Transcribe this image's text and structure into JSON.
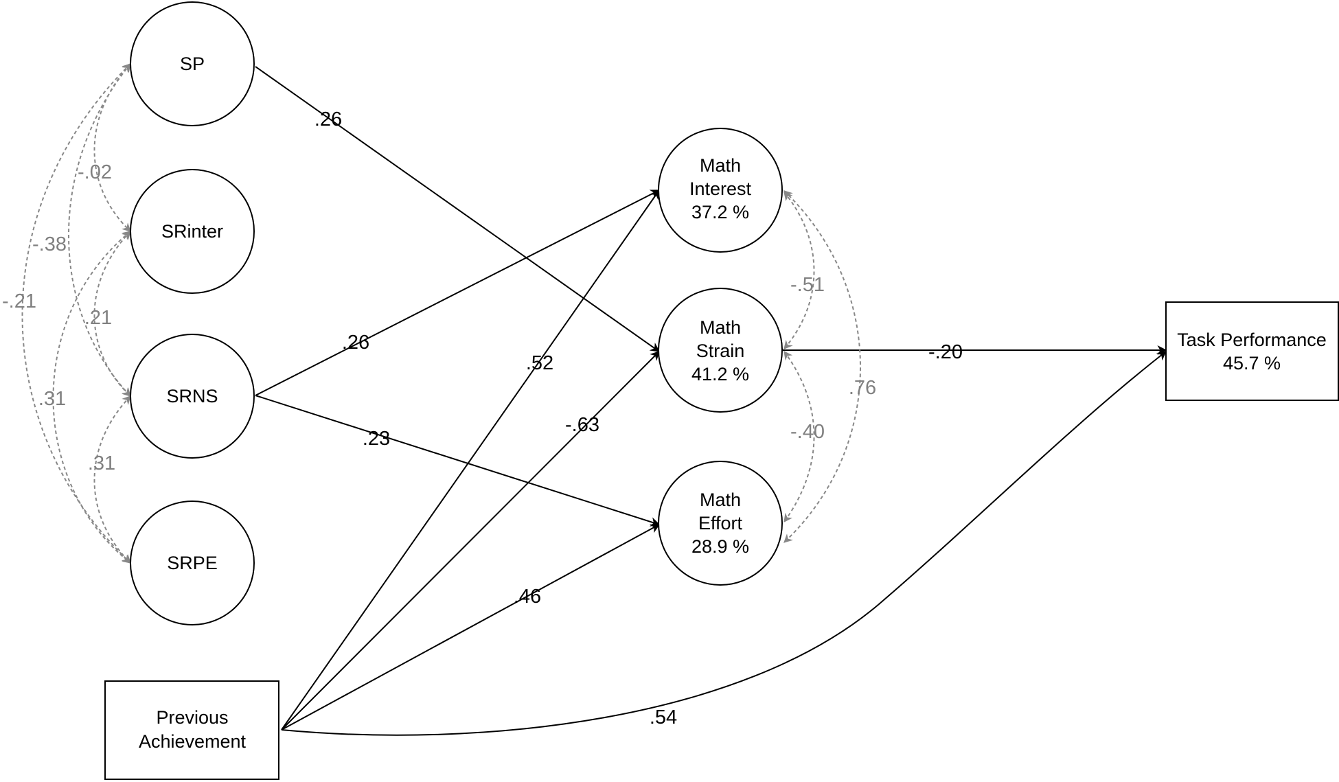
{
  "colors": {
    "solid": "#000000",
    "dashed": "#888888",
    "dashed_label": "#808080",
    "background": "#ffffff"
  },
  "nodes": [
    {
      "id": "sp",
      "shape": "circle",
      "lines": [
        "SP"
      ]
    },
    {
      "id": "srinter",
      "shape": "circle",
      "lines": [
        "SRinter"
      ]
    },
    {
      "id": "srns",
      "shape": "circle",
      "lines": [
        "SRNS"
      ]
    },
    {
      "id": "srpe",
      "shape": "circle",
      "lines": [
        "SRPE"
      ]
    },
    {
      "id": "prev",
      "shape": "rect",
      "lines": [
        "Previous",
        "Achievement"
      ]
    },
    {
      "id": "interest",
      "shape": "circle",
      "lines": [
        "Math",
        "Interest",
        "37.2 %"
      ]
    },
    {
      "id": "strain",
      "shape": "circle",
      "lines": [
        "Math",
        "Strain",
        "41.2 %"
      ]
    },
    {
      "id": "effort",
      "shape": "circle",
      "lines": [
        "Math",
        "Effort",
        "28.9 %"
      ]
    },
    {
      "id": "task",
      "shape": "rect",
      "lines": [
        "Task Performance",
        "45.7 %"
      ]
    }
  ],
  "edges": [
    {
      "id": "sp-strain",
      "from": "sp",
      "to": "strain",
      "style": "solid",
      "label": ".26"
    },
    {
      "id": "srns-interest",
      "from": "srns",
      "to": "interest",
      "style": "solid",
      "label": ".26"
    },
    {
      "id": "srns-effort",
      "from": "srns",
      "to": "effort",
      "style": "solid",
      "label": ".23"
    },
    {
      "id": "prev-interest",
      "from": "prev",
      "to": "interest",
      "style": "solid",
      "label": ".52"
    },
    {
      "id": "prev-strain",
      "from": "prev",
      "to": "strain",
      "style": "solid",
      "label": "-.63"
    },
    {
      "id": "prev-effort",
      "from": "prev",
      "to": "effort",
      "style": "solid",
      "label": ".46"
    },
    {
      "id": "prev-task",
      "from": "prev",
      "to": "task",
      "style": "solid",
      "label": ".54"
    },
    {
      "id": "strain-task",
      "from": "strain",
      "to": "task",
      "style": "solid",
      "label": "-.20"
    },
    {
      "id": "sp-srinter",
      "from": "sp",
      "to": "srinter",
      "style": "dashed",
      "label": "-.02"
    },
    {
      "id": "sp-srns",
      "from": "sp",
      "to": "srns",
      "style": "dashed",
      "label": "-.38"
    },
    {
      "id": "sp-srpe",
      "from": "sp",
      "to": "srpe",
      "style": "dashed",
      "label": "-.21"
    },
    {
      "id": "srinter-srns",
      "from": "srinter",
      "to": "srns",
      "style": "dashed",
      "label": ".21"
    },
    {
      "id": "srinter-srpe",
      "from": "srinter",
      "to": "srpe",
      "style": "dashed",
      "label": ".31"
    },
    {
      "id": "srns-srpe",
      "from": "srns",
      "to": "srpe",
      "style": "dashed",
      "label": ".31"
    },
    {
      "id": "interest-strain",
      "from": "interest",
      "to": "strain",
      "style": "dashed",
      "label": "-.51"
    },
    {
      "id": "strain-effort",
      "from": "strain",
      "to": "effort",
      "style": "dashed",
      "label": "-.40"
    },
    {
      "id": "interest-effort",
      "from": "interest",
      "to": "effort",
      "style": "dashed",
      "label": ".76"
    }
  ]
}
